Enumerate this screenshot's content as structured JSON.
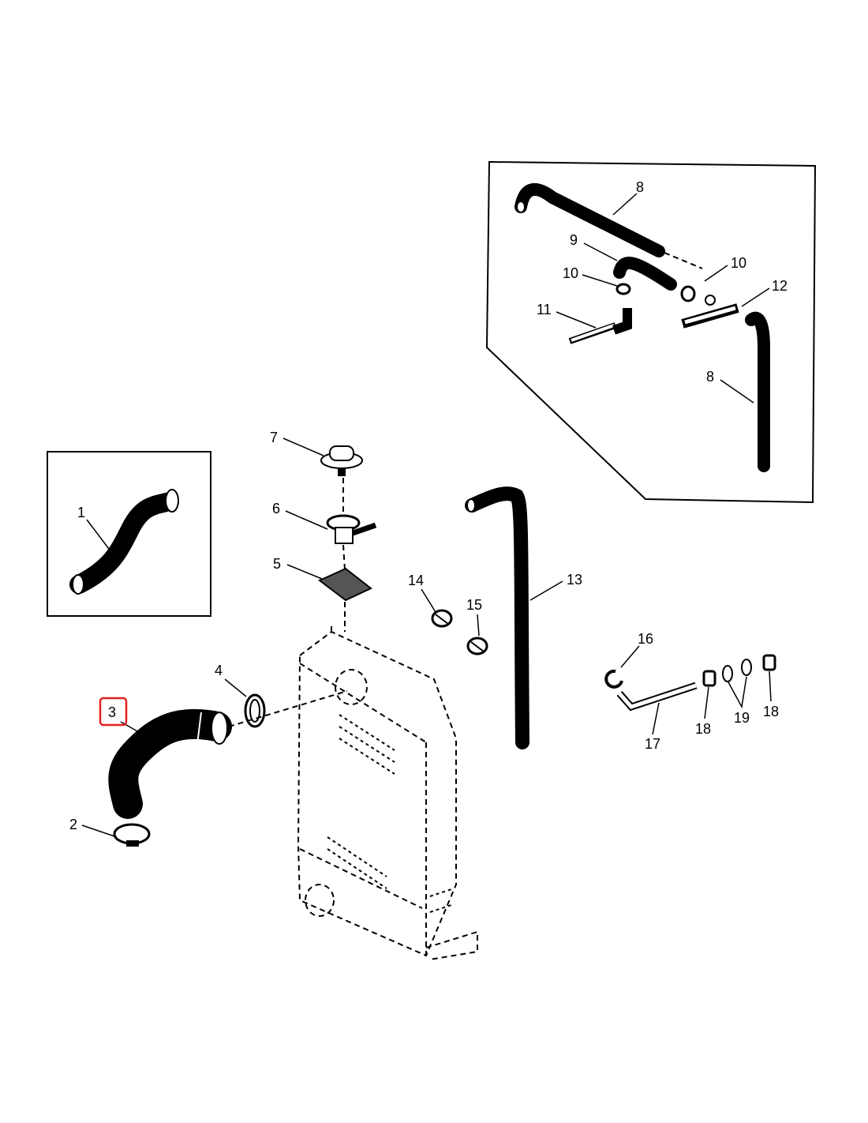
{
  "diagram": {
    "highlight_color": "#e02020",
    "callouts": [
      "1",
      "2",
      "3",
      "4",
      "5",
      "6",
      "7",
      "8",
      "9",
      "10",
      "10",
      "11",
      "12",
      "8",
      "13",
      "14",
      "15",
      "16",
      "17",
      "18",
      "19",
      "18"
    ]
  }
}
